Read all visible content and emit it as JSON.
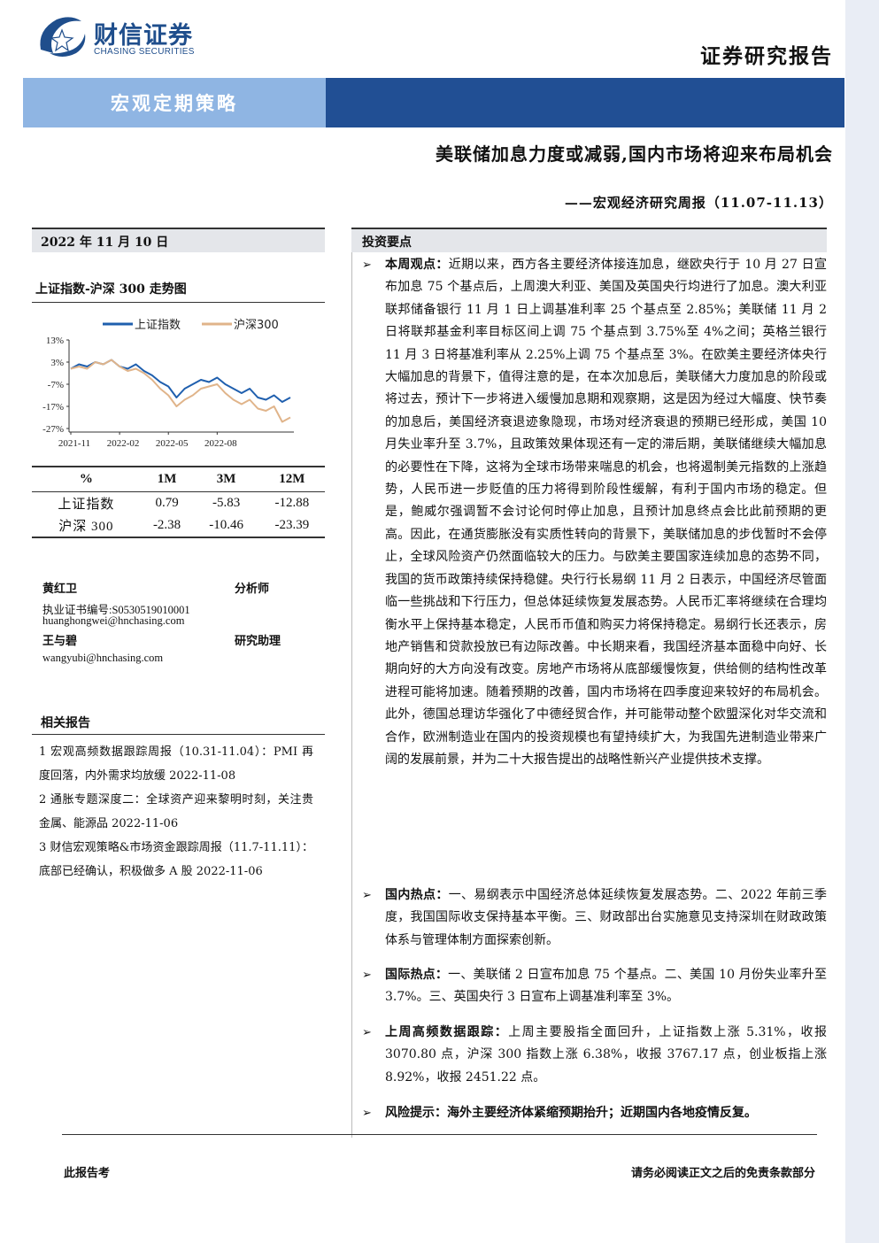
{
  "header": {
    "brand_cn": "财信证券",
    "brand_en": "CHASING SECURITIES",
    "doc_type": "证券研究报告",
    "section": "宏观定期策略",
    "title": "美联储加息力度或减弱,国内市场将迎来布局机会",
    "subtitle": "——宏观经济研究周报（11.07-11.13）"
  },
  "colors": {
    "brand_blue": "#214f94",
    "banner_light": "#8fb5e3",
    "sse_line": "#1f5fae",
    "csi_line": "#e0b48a"
  },
  "left": {
    "date": "2022 年 11 月 10 日",
    "chart_title": "上证指数-沪深 300 走势图",
    "performance": {
      "headers": [
        "%",
        "1M",
        "3M",
        "12M"
      ],
      "rows": [
        {
          "name": "上证指数",
          "m1": "0.79",
          "m3": "-5.83",
          "m12": "-12.88"
        },
        {
          "name": "沪深 300",
          "m1": "-2.38",
          "m3": "-10.46",
          "m12": "-23.39"
        }
      ]
    },
    "analysts": {
      "a1_name": "黄红卫",
      "a1_role": "分析师",
      "a1_cert": "执业证书编号:S0530519010001",
      "a1_email": "huanghongwei@hnchasing.com",
      "a2_name": "王与碧",
      "a2_role": "研究助理",
      "a2_email": "wangyubi@hnchasing.com"
    },
    "related_title": "相关报告",
    "related": [
      "1 宏观高频数据跟踪周报（10.31-11.04）：PMI 再度回落，内外需求均放缓 2022-11-08",
      "2 通胀专题深度二：全球资产迎来黎明时刻，关注贵金属、能源品 2022-11-06",
      "3 财信宏观策略&市场资金跟踪周报（11.7-11.11）：底部已经确认，积极做多 A 股 2022-11-06"
    ]
  },
  "chart_data": {
    "type": "line",
    "title": "上证指数-沪深 300 走势图",
    "x_ticks": [
      "2021-11",
      "2022-02",
      "2022-05",
      "2022-08"
    ],
    "y_ticks": [
      "13%",
      "3%",
      "-7%",
      "-17%",
      "-27%"
    ],
    "ylim": [
      -27,
      13
    ],
    "legend_position": "top",
    "series": [
      {
        "name": "上证指数",
        "values": [
          0,
          2,
          1,
          3,
          2,
          4,
          1,
          0,
          2,
          -1,
          -3,
          -6,
          -8,
          -13,
          -9,
          -7,
          -5,
          -6,
          -4,
          -7,
          -9,
          -11,
          -9,
          -13,
          -14,
          -12,
          -15,
          -13
        ]
      },
      {
        "name": "沪深300",
        "values": [
          0,
          1,
          0,
          3,
          2,
          4,
          1,
          -1,
          0,
          -2,
          -5,
          -9,
          -12,
          -17,
          -14,
          -12,
          -9,
          -8,
          -7,
          -11,
          -14,
          -16,
          -14,
          -18,
          -19,
          -17,
          -24,
          -22
        ]
      }
    ]
  },
  "right": {
    "section_title": "投资要点",
    "bullets": [
      {
        "label": "本周观点：",
        "text": "近期以来，西方各主要经济体接连加息，继欧央行于 10 月 27 日宣布加息 75 个基点后，上周澳大利亚、美国及英国央行均进行了加息。澳大利亚联邦储备银行 11 月 1 日上调基准利率 25 个基点至 2.85%；美联储 11 月 2 日将联邦基金利率目标区间上调 75 个基点到 3.75%至 4%之间；英格兰银行 11 月 3 日将基准利率从 2.25%上调 75 个基点至 3%。在欧美主要经济体央行大幅加息的背景下，值得注意的是，在本次加息后，美联储大力度加息的阶段或将过去，预计下一步将进入缓慢加息期和观察期，这是因为经过大幅度、快节奏的加息后，美国经济衰退迹象隐现，市场对经济衰退的预期已经形成，美国 10 月失业率升至 3.7%，且政策效果体现还有一定的滞后期，美联储继续大幅加息的必要性在下降，这将为全球市场带来喘息的机会，也将遏制美元指数的上涨趋势，人民币进一步贬值的压力将得到阶段性缓解，有利于国内市场的稳定。但是，鲍威尔强调暂不会讨论何时停止加息，且预计加息终点会比此前预期的更高。因此，在通货膨胀没有实质性转向的背景下，美联储加息的步伐暂时不会停止，全球风险资产仍然面临较大的压力。与欧美主要国家连续加息的态势不同，我国的货币政策持续保持稳健。央行行长易纲 11 月 2 日表示，中国经济尽管面临一些挑战和下行压力，但总体延续恢复发展态势。人民币汇率将继续在合理均衡水平上保持基本稳定，人民币币值和购买力将保持稳定。易纲行长还表示，房地产销售和贷款投放已有边际改善。中长期来看，我国经济基本面稳中向好、长期向好的大方向没有改变。房地产市场将从底部缓慢恢复，供给侧的结构性改革进程可能将加速。随着预期的改善，国内市场将在四季度迎来较好的布局机会。此外，德国总理访华强化了中德经贸合作，并可能带动整个欧盟深化对华交流和合作，欧洲制造业在国内的投资规模也有望持续扩大，为我国先进制造业带来广阔的发展前景，并为二十大报告提出的战略性新兴产业提供技术支撑。"
      },
      {
        "label": "国内热点：",
        "text": "一、易纲表示中国经济总体延续恢复发展态势。二、2022 年前三季度，我国国际收支保持基本平衡。三、财政部出台实施意见支持深圳在财政政策体系与管理体制方面探索创新。"
      },
      {
        "label": "国际热点：",
        "text": "一、美联储 2 日宣布加息 75 个基点。二、美国 10 月份失业率升至 3.7%。三、英国央行 3 日宣布上调基准利率至 3%。"
      },
      {
        "label": "上周高频数据跟踪：",
        "text": "上周主要股指全面回升，上证指数上涨 5.31%，收报 3070.80 点，沪深 300 指数上涨 6.38%，收报 3767.17 点，创业板指上涨 8.92%，收报 2451.22 点。"
      },
      {
        "label": "风险提示：",
        "text": "海外主要经济体紧缩预期抬升；近期国内各地疫情反复。"
      }
    ]
  },
  "footer": {
    "left": "此报告考",
    "right": "请务必阅读正文之后的免责条款部分"
  }
}
